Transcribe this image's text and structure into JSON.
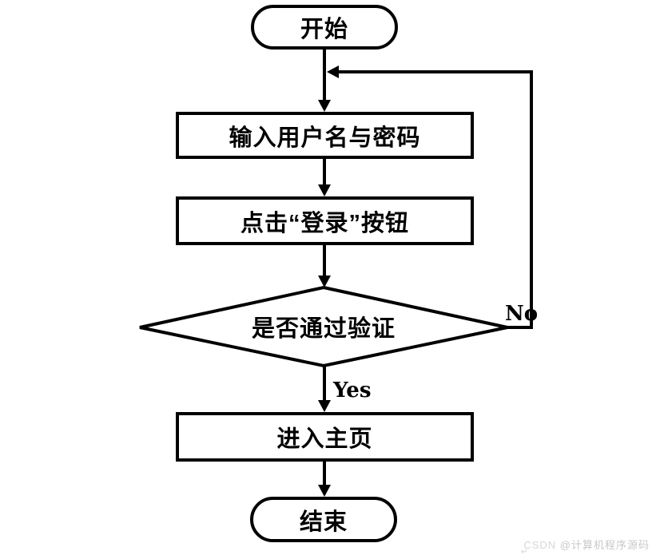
{
  "flowchart": {
    "description": "Login process flowchart",
    "nodes": {
      "start": {
        "type": "terminator",
        "label": "开始"
      },
      "input_credentials": {
        "type": "process",
        "label": "输入用户名与密码"
      },
      "click_login": {
        "type": "process",
        "label": "点击“登录”按钮"
      },
      "verify_decision": {
        "type": "decision",
        "label": "是否通过验证"
      },
      "enter_home": {
        "type": "process",
        "label": "进入主页"
      },
      "end": {
        "type": "terminator",
        "label": "结束"
      }
    },
    "edge_labels": {
      "yes": "Yes",
      "no": "No"
    },
    "colors": {
      "stroke": "#000000",
      "node_fill": "#ffffff",
      "text": "#000000",
      "background": "#ffffff"
    }
  },
  "watermark": {
    "brand": "CSDN ",
    "handle": "@计算机程序源码",
    "return_glyph": "↵",
    "color": "#c8c8c8"
  }
}
